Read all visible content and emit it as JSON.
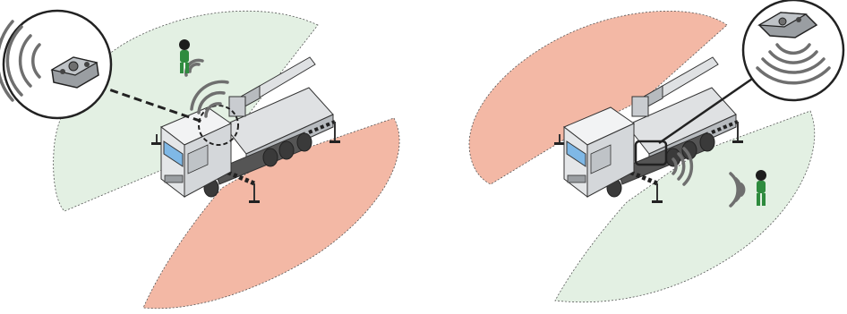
{
  "colors": {
    "background": "#ffffff",
    "safe_zone": "#e3f0e3",
    "danger_zone": "#f3b8a5",
    "truck_body": "#e4e6e8",
    "truck_shadow": "#b7bbbf",
    "windshield": "#7fb8e6",
    "outline": "#333333",
    "hazard_stripe": "#222222",
    "person_safe": "#2e8b3e",
    "person_head": "#1d1d1d",
    "signal_waves": "#6f6f6f",
    "sensor": "#8a8a8a"
  },
  "scenes": [
    {
      "name": "left",
      "sensor_view": "top",
      "callout_connector": "dashed",
      "person_zone": "safe",
      "safe_zone_side": "left",
      "danger_zone_side": "right"
    },
    {
      "name": "right",
      "sensor_view": "bottom",
      "callout_connector": "solid",
      "person_zone": "safe",
      "safe_zone_side": "right",
      "danger_zone_side": "left"
    }
  ]
}
